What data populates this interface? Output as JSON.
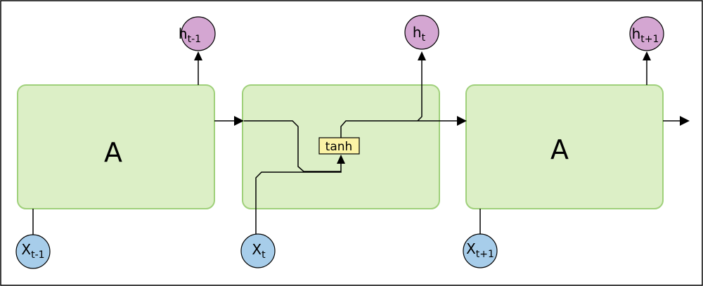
{
  "cells": [
    {
      "label": "A"
    },
    {
      "label": ""
    },
    {
      "label": "A"
    }
  ],
  "activation": {
    "label": "tanh"
  },
  "outputs": [
    {
      "base": "h",
      "sub": "t-1"
    },
    {
      "base": "h",
      "sub": "t"
    },
    {
      "base": "h",
      "sub": "t+1"
    }
  ],
  "inputs": [
    {
      "base": "X",
      "sub": "t-1"
    },
    {
      "base": "X",
      "sub": "t"
    },
    {
      "base": "X",
      "sub": "t+1"
    }
  ],
  "colors": {
    "cell_fill": "#dcefc6",
    "cell_border": "#9fd07a",
    "output_node": "#d4a6d2",
    "input_node": "#a7cdea",
    "activation_fill": "#fbf3a6"
  }
}
